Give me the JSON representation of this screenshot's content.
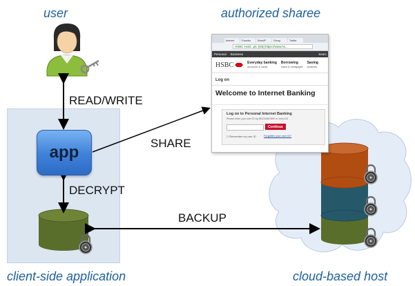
{
  "captions": {
    "user": "user",
    "sharee": "authorized sharee",
    "client": "client-side application",
    "cloud": "cloud-based host"
  },
  "edges": {
    "read_write": "READ/WRITE",
    "share": "SHARE",
    "decrypt": "DECRYPT",
    "backup": "BACKUP"
  },
  "nodes": {
    "app": "app"
  },
  "browser": {
    "tabs": [
      "Interne",
      "Facebo",
      "WordP",
      "Goog",
      "Twitte"
    ],
    "url": "HSBC Hold...plc [GB] https://www.hs...",
    "nav_tabs": [
      "Personal",
      "Business"
    ],
    "nav_right": "Searc",
    "logo": "HSBC",
    "menu": [
      {
        "title": "Everyday banking",
        "sub": "accounts & cards"
      },
      {
        "title": "Borrowing",
        "sub": "loans & mortgages"
      },
      {
        "title": "Saving",
        "sub": "products"
      }
    ],
    "logon_label": "Log on",
    "welcome": "Welcome to Internet Banking",
    "panel_title": "Log on to Personal Internet Banking",
    "panel_hint": "Please enter your user ID eg IB1234567890 or John123",
    "continue": "Continue",
    "remember": "Remember my user ID",
    "forgotten": "Forgotten your user ID?"
  },
  "colors": {
    "caption": "#1e5f9e",
    "client_bg": "#dce6f1",
    "app_fill": "#3f80d8",
    "db_green": "#5a6e2c",
    "db_orange": "#b24d12",
    "db_teal": "#25596a",
    "cloud_bg": "#e4edf7"
  }
}
